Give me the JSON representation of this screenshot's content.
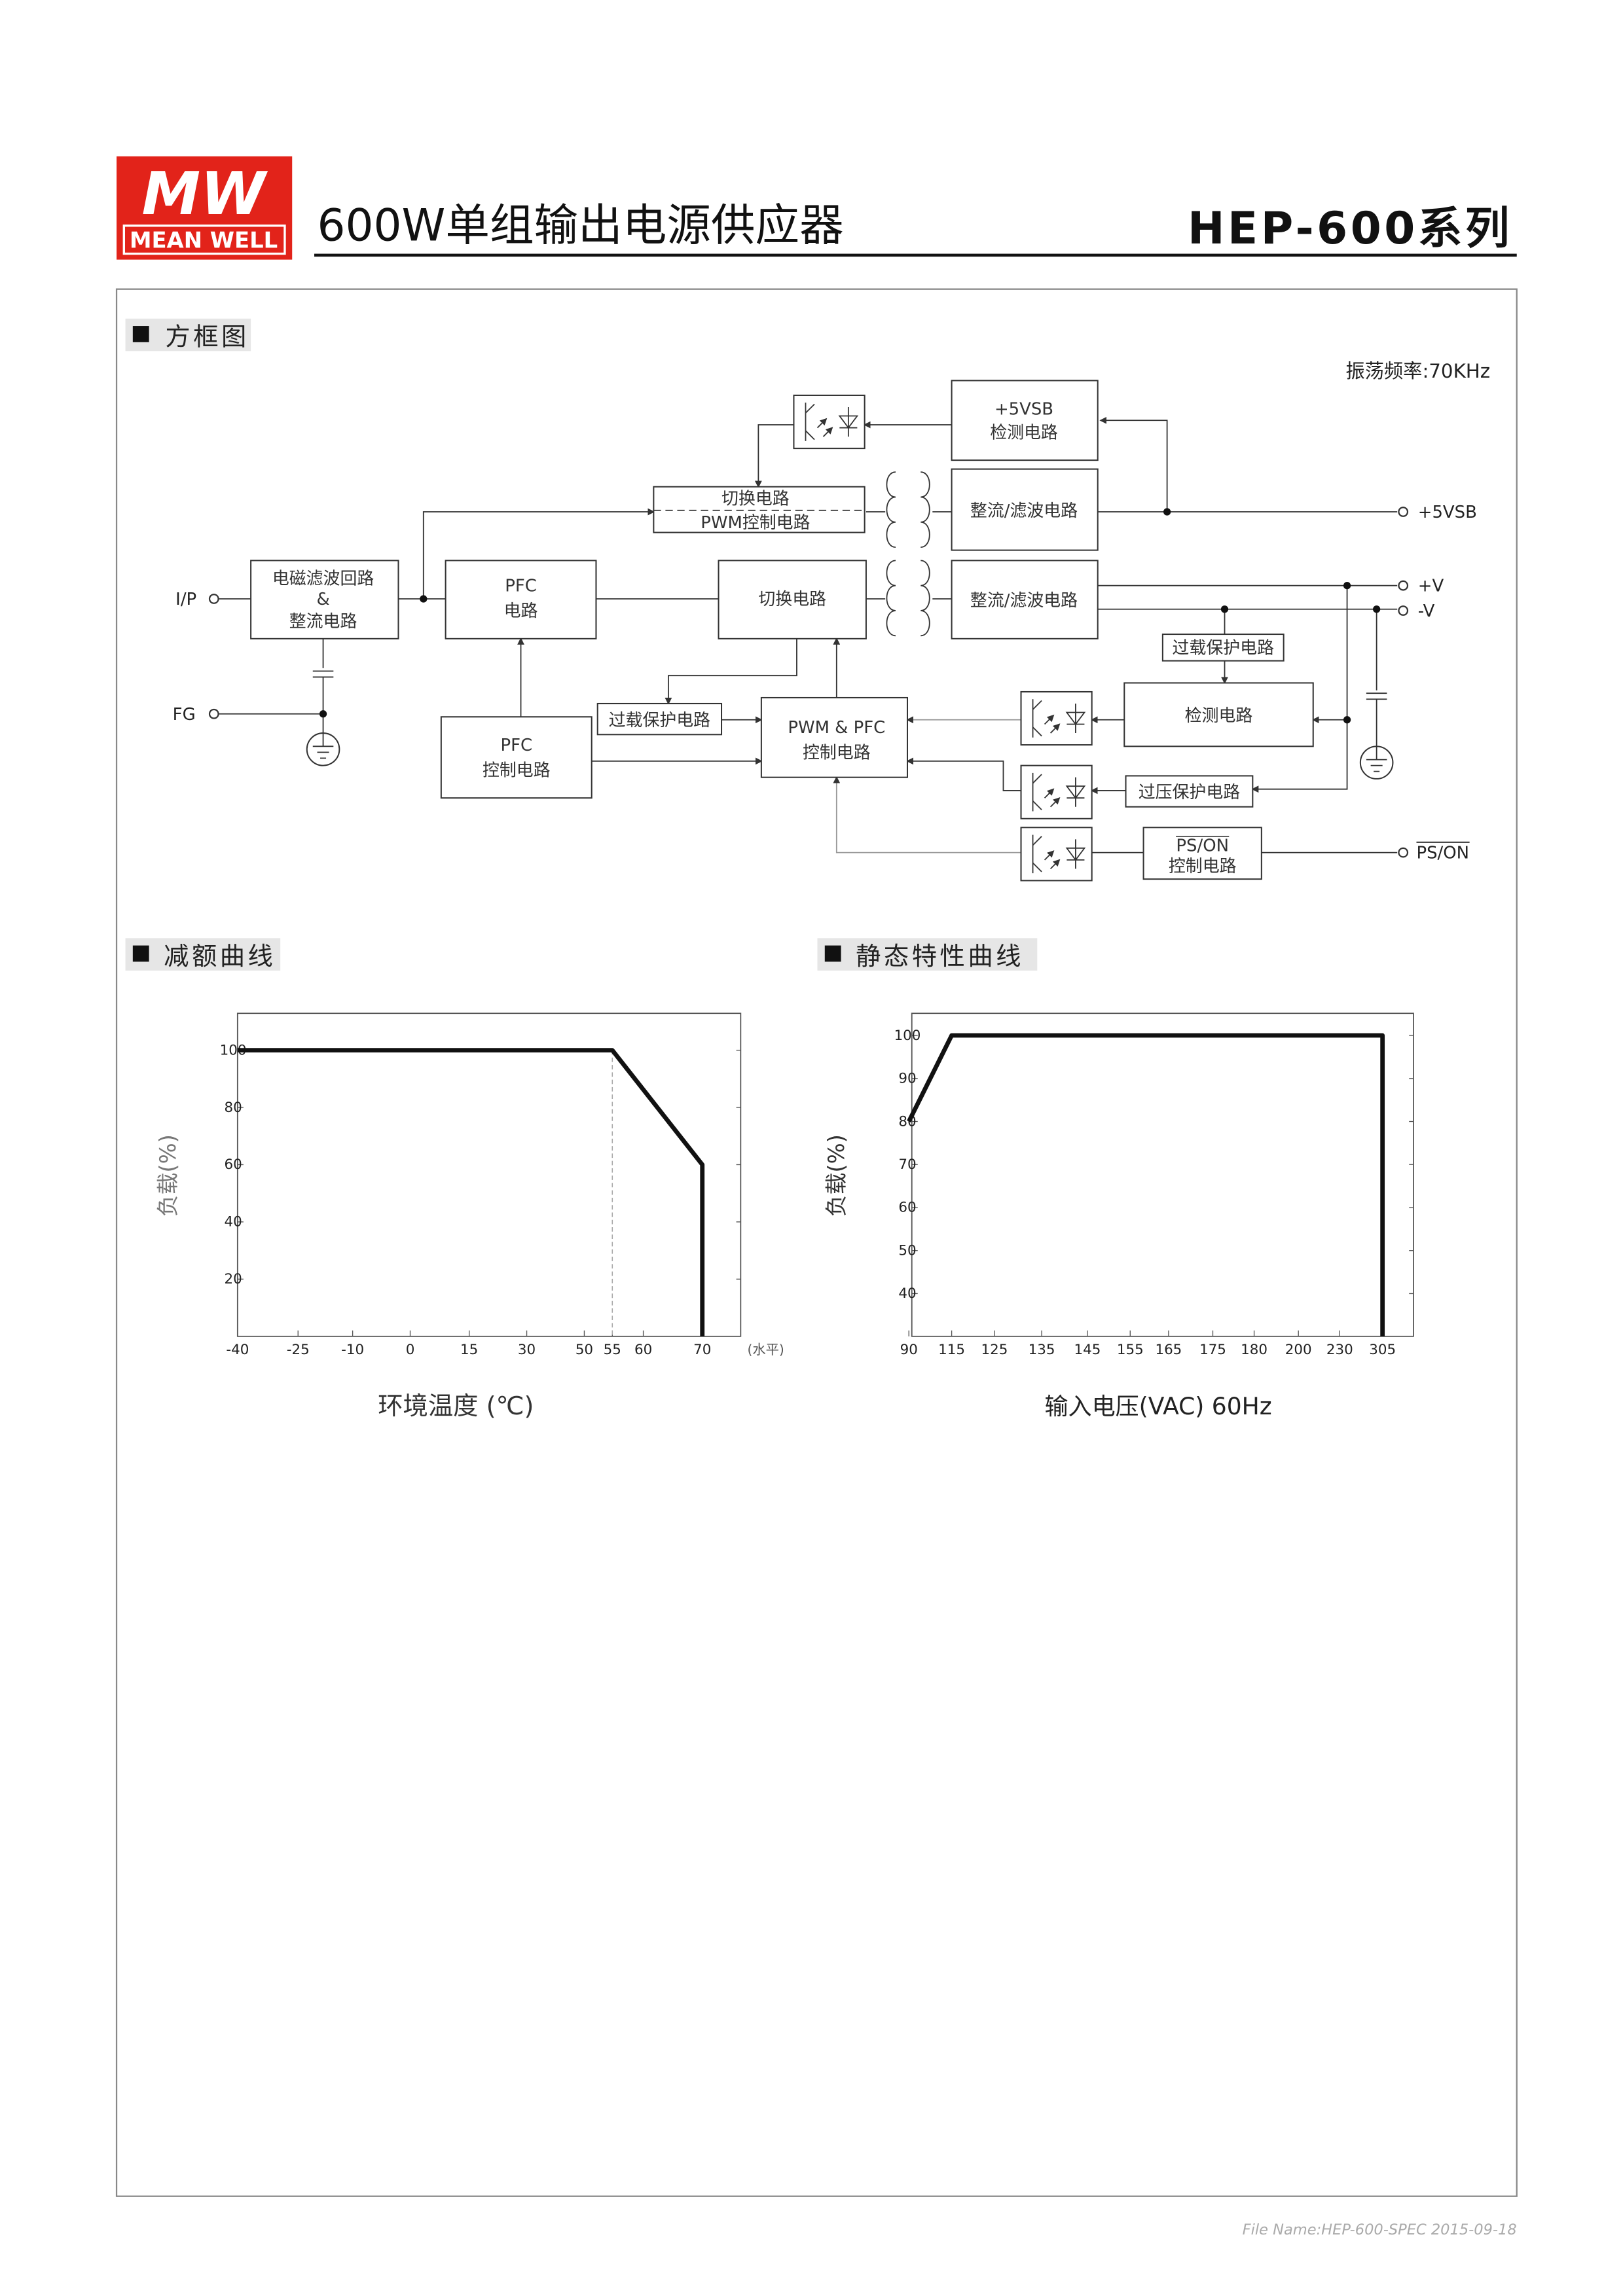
{
  "header": {
    "logo_text_top": "MW",
    "logo_text_bottom": "MEAN WELL",
    "title": "600W单组输出电源供应器",
    "series": "HEP-600系列",
    "brand_color": "#e2231a"
  },
  "block_diagram": {
    "section_title": "方框图",
    "frequency": "振荡频率:70KHz",
    "inputs": {
      "ip": "I/P",
      "fg": "FG"
    },
    "outputs": {
      "vsb": "+5VSB",
      "pv": "+V",
      "nv": "-V",
      "pson": "PS/ON"
    },
    "blocks": {
      "emi_1": "电磁滤波回路",
      "emi_2": "&",
      "emi_3": "整流电路",
      "pfc_1": "PFC",
      "pfc_2": "电路",
      "switch_main": "切换电路",
      "rect_main": "整流/滤波电路",
      "switch_sb": "切换电路",
      "pwm_sb": "PWM控制电路",
      "rect_sb": "整流/滤波电路",
      "vsb_det_1": "+5VSB",
      "vsb_det_2": "检测电路",
      "olp_right": "过载保护电路",
      "detect": "检测电路",
      "ovp": "过压保护电路",
      "pson_1": "PS/ON",
      "pson_2": "控制电路",
      "pwm_pfc_1": "PWM & PFC",
      "pwm_pfc_2": "控制电路",
      "olp_left": "过载保护电路",
      "pfc_ctrl_1": "PFC",
      "pfc_ctrl_2": "控制电路"
    }
  },
  "chart_data": [
    {
      "type": "line",
      "title": "减额曲线",
      "xlabel": "环境温度 (℃)",
      "ylabel": "负载(%)",
      "x_unit_note": "(水平)",
      "x_ticks": [
        "-40",
        "-25",
        "-10",
        "0",
        "15",
        "30",
        "50",
        "55",
        "60",
        "70"
      ],
      "y_ticks": [
        20,
        40,
        60,
        80,
        100
      ],
      "ylim": [
        0,
        110
      ],
      "series": [
        {
          "name": "derating",
          "x": [
            -40,
            55,
            70,
            70
          ],
          "y": [
            100,
            100,
            60,
            0
          ]
        }
      ],
      "reference_line_x": 55
    },
    {
      "type": "line",
      "title": "静态特性曲线",
      "xlabel": "输入电压(VAC) 60Hz",
      "ylabel": "负载(%)",
      "x_ticks": [
        "90",
        "115",
        "125",
        "135",
        "145",
        "155",
        "165",
        "175",
        "180",
        "200",
        "230",
        "305"
      ],
      "y_ticks": [
        40,
        50,
        60,
        70,
        80,
        90,
        100
      ],
      "ylim": [
        30,
        105
      ],
      "series": [
        {
          "name": "static",
          "x": [
            90,
            115,
            305,
            305
          ],
          "y": [
            80,
            100,
            100,
            30
          ]
        }
      ]
    }
  ],
  "footer": {
    "file": "File Name:HEP-600-SPEC   2015-09-18"
  }
}
